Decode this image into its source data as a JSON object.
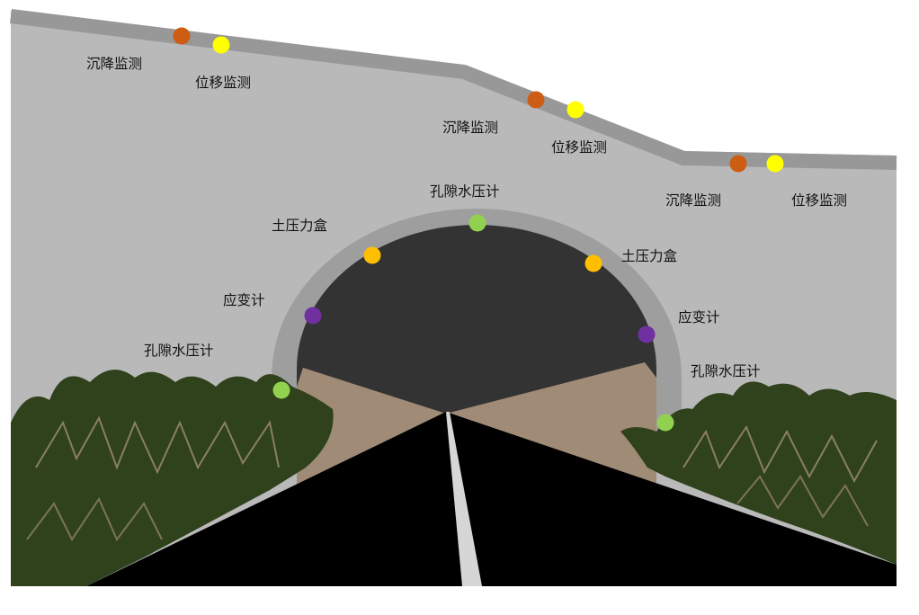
{
  "colors": {
    "ground": "#b9b9b9",
    "slope_crust": "#989898",
    "lining": "#9e9e9e",
    "tunnel_interior": "#333333",
    "tunnel_walls": "#a08b77",
    "road": "#000000",
    "road_line": "#d6d6d6",
    "vegetation": "#2f421c",
    "sensor_settlement": "#cd5c14",
    "sensor_displacement": "#ffff00",
    "sensor_pore_pressure": "#92d050",
    "sensor_earth_pressure": "#ffbf00",
    "sensor_strain": "#7030a0"
  },
  "labels": {
    "settlement_1": "沉降监测",
    "displacement_1": "位移监测",
    "settlement_2": "沉降监测",
    "displacement_2": "位移监测",
    "settlement_3": "沉降监测",
    "displacement_3": "位移监测",
    "pore_top": "孔隙水压计",
    "earth_left": "土压力盒",
    "earth_right": "土压力盒",
    "strain_left": "应变计",
    "strain_right": "应变计",
    "pore_left": "孔隙水压计",
    "pore_right": "孔隙水压计"
  }
}
